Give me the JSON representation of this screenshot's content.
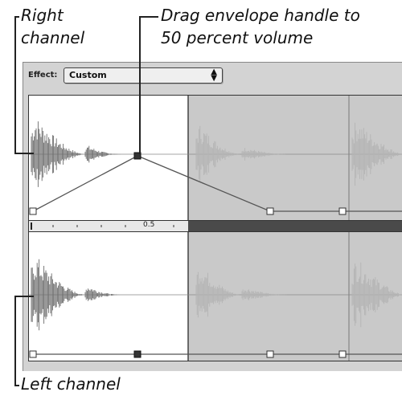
{
  "callouts": {
    "right_channel_line1": "Right",
    "right_channel_line2": "channel",
    "drag_line1": "Drag envelope handle to",
    "drag_line2": "50 percent volume",
    "left_channel": "Left channel"
  },
  "toolbar": {
    "effect_label": "Effect:",
    "effect_value": "Custom"
  },
  "ruler": {
    "value_label": "0.5"
  },
  "envelope": {
    "handle_level_percent": 50
  },
  "colors": {
    "waveform_active": "#6d6d6d",
    "waveform_inactive": "#b4b4b4",
    "selection_shade": "#c9c9c9",
    "envelope_line": "#555555",
    "ruler_dark": "#4a4a4a"
  }
}
